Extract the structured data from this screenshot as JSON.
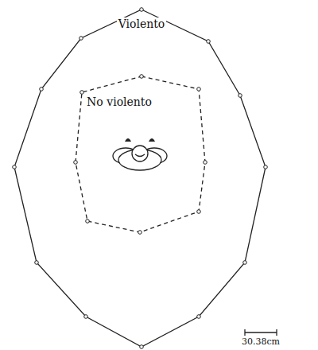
{
  "diagram": {
    "nodes": [
      {
        "text": [
          "Violento"
        ]
      },
      {
        "text": [
          "No violento"
        ],
        "in": 0
      }
    ],
    "labels": [
      "30.38cm"
    ]
  }
}
